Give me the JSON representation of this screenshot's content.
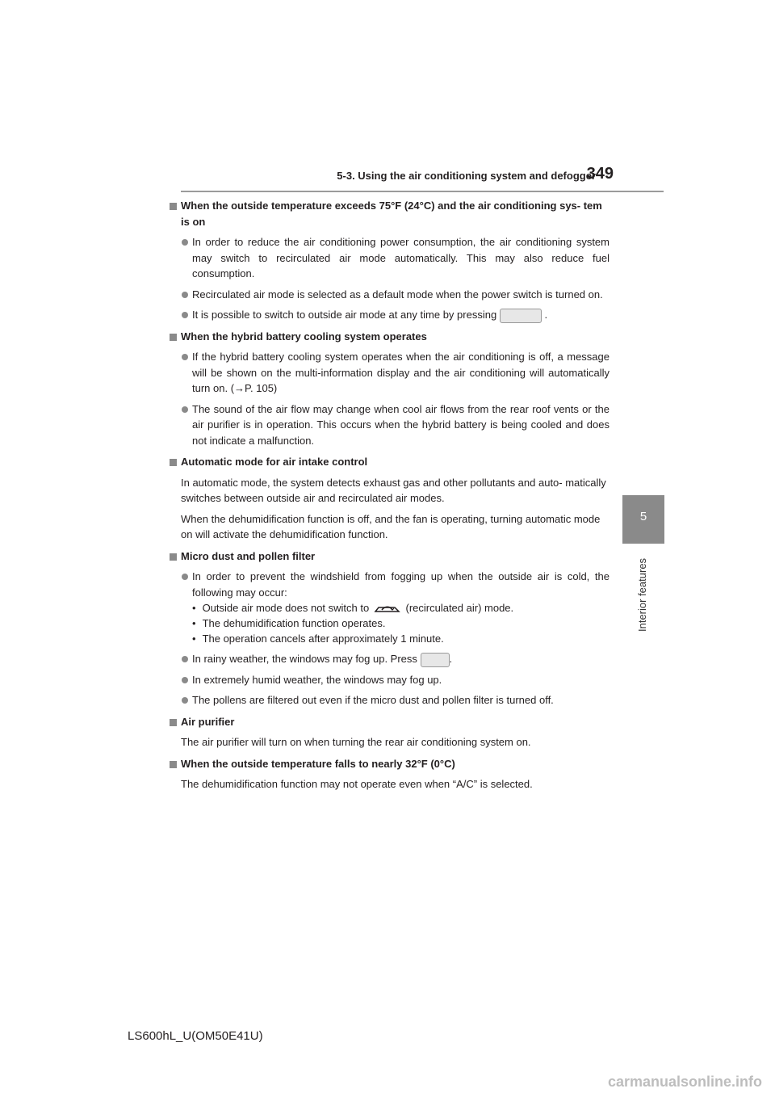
{
  "header": {
    "section": "5-3. Using the air conditioning system and defogger",
    "page": "349"
  },
  "side_tab": {
    "number": "5",
    "label": "Interior features"
  },
  "sections": {
    "s1": {
      "heading": "When the outside temperature exceeds 75°F (24°C) and the air conditioning sys- tem is on",
      "b1": "In order to reduce the air conditioning power consumption, the air conditioning system may switch to recirculated air mode automatically. This may also reduce fuel consumption.",
      "b2": "Recirculated air mode is selected as a default mode when the power switch is turned on.",
      "b3_pre": "It is possible to switch to outside air mode at any time by pressing",
      "b3_post": "."
    },
    "s2": {
      "heading": "When the hybrid battery cooling system operates",
      "b1": "If the hybrid battery cooling system operates when the air conditioning is off, a message will be shown on the multi-information display and the air conditioning will automatically turn on. (→P. 105)",
      "b2": "The sound of the air flow may change when cool air flows from the rear roof vents or the air purifier is in operation. This occurs when the hybrid battery is being cooled and does not indicate a malfunction."
    },
    "s3": {
      "heading": "Automatic mode for air intake control",
      "p1": "In automatic mode, the system detects exhaust gas and other pollutants and auto- matically switches between outside air and recirculated air modes.",
      "p2": "When the dehumidification function is off, and the fan is operating, turning automatic mode on will activate the dehumidification function."
    },
    "s4": {
      "heading": "Micro dust and pollen filter",
      "b1": "In order to prevent the windshield from fogging up when the outside air is cold, the following may occur:",
      "sub1_pre": "Outside air mode does not switch to",
      "sub1_post": "(recirculated air) mode.",
      "sub2": "The dehumidification function operates.",
      "sub3": "The operation cancels after approximately 1 minute.",
      "b2_pre": "In rainy weather, the windows may fog up. Press",
      "b2_post": ".",
      "b3": "In extremely humid weather, the windows may fog up.",
      "b4": "The pollens are filtered out even if the micro dust and pollen filter is turned off."
    },
    "s5": {
      "heading": "Air purifier",
      "p1": "The air purifier will turn on when turning the rear air conditioning system on."
    },
    "s6": {
      "heading": "When the outside temperature falls to nearly 32°F (0°C)",
      "p1": "The dehumidification function may not operate even when “A/C” is selected."
    }
  },
  "footer": "LS600hL_U(OM50E41U)",
  "watermark": "carmanualsonline.info"
}
